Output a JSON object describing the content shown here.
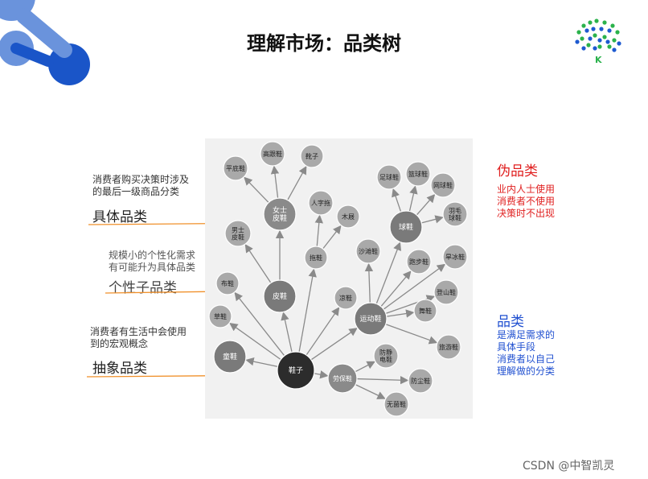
{
  "title": "理解市场：品类树",
  "left_notes": {
    "specific": {
      "desc_line1": "消费者购买决策时涉及",
      "desc_line2": "的最后一级商品分类",
      "label": "具体品类"
    },
    "personal": {
      "desc_line1": "规模小的个性化需求",
      "desc_line2": "有可能升为具体品类",
      "label": "个性子品类"
    },
    "abstract": {
      "desc_line1": "消费者有生活中会使用",
      "desc_line2": "到的宏观概念",
      "label": "抽象品类"
    }
  },
  "right_notes": {
    "fake": {
      "title": "伪品类",
      "line1": "业内人士使用",
      "line2": "消费者不使用",
      "line3": "决策时不出现",
      "color": "#e02020"
    },
    "category": {
      "title": "品类",
      "line1": "是满足需求的",
      "line2": "具体手段",
      "line3": "消费者以自己",
      "line4": "理解做的分类",
      "color": "#2050d0"
    }
  },
  "diagram": {
    "nodes": [
      {
        "id": "root",
        "label": "鞋子"
      },
      {
        "id": "leather",
        "label": "皮鞋"
      },
      {
        "id": "sport",
        "label": "运动鞋"
      },
      {
        "id": "labor",
        "label": "劳保鞋"
      },
      {
        "id": "kids",
        "label": "童鞋"
      },
      {
        "id": "straw",
        "label": "草鞋"
      },
      {
        "id": "cloth",
        "label": "布鞋"
      },
      {
        "id": "slipper",
        "label": "拖鞋"
      },
      {
        "id": "cool",
        "label": "凉鞋"
      },
      {
        "id": "women",
        "label": "女士皮鞋"
      },
      {
        "id": "men",
        "label": "男士皮鞋"
      },
      {
        "id": "flat",
        "label": "平底鞋"
      },
      {
        "id": "heel",
        "label": "高跟鞋"
      },
      {
        "id": "boots",
        "label": "靴子"
      },
      {
        "id": "herringbone",
        "label": "人字拖"
      },
      {
        "id": "clog",
        "label": "木屐"
      },
      {
        "id": "beach",
        "label": "沙滩鞋"
      },
      {
        "id": "ball",
        "label": "球鞋"
      },
      {
        "id": "football",
        "label": "足球鞋"
      },
      {
        "id": "basketball",
        "label": "篮球鞋"
      },
      {
        "id": "tennis",
        "label": "网球鞋"
      },
      {
        "id": "badminton",
        "label": "羽毛球鞋"
      },
      {
        "id": "running",
        "label": "跑步鞋"
      },
      {
        "id": "skate",
        "label": "旱冰鞋"
      },
      {
        "id": "climb",
        "label": "登山鞋"
      },
      {
        "id": "dance",
        "label": "舞鞋"
      },
      {
        "id": "travel",
        "label": "旅游鞋"
      },
      {
        "id": "antistatic",
        "label": "防静电鞋"
      },
      {
        "id": "dustproof",
        "label": "防尘鞋"
      },
      {
        "id": "sterile",
        "label": "无菌鞋"
      }
    ],
    "edges": [
      [
        "root",
        "kids"
      ],
      [
        "root",
        "straw"
      ],
      [
        "root",
        "cloth"
      ],
      [
        "root",
        "leather"
      ],
      [
        "root",
        "slipper"
      ],
      [
        "root",
        "cool"
      ],
      [
        "root",
        "sport"
      ],
      [
        "root",
        "labor"
      ],
      [
        "leather",
        "men"
      ],
      [
        "leather",
        "women"
      ],
      [
        "women",
        "flat"
      ],
      [
        "women",
        "heel"
      ],
      [
        "women",
        "boots"
      ],
      [
        "slipper",
        "herringbone"
      ],
      [
        "slipper",
        "clog"
      ],
      [
        "sport",
        "beach"
      ],
      [
        "sport",
        "ball"
      ],
      [
        "sport",
        "running"
      ],
      [
        "sport",
        "skate"
      ],
      [
        "sport",
        "climb"
      ],
      [
        "sport",
        "dance"
      ],
      [
        "sport",
        "travel"
      ],
      [
        "ball",
        "football"
      ],
      [
        "ball",
        "basketball"
      ],
      [
        "ball",
        "tennis"
      ],
      [
        "ball",
        "badminton"
      ],
      [
        "labor",
        "antistatic"
      ],
      [
        "labor",
        "dustproof"
      ],
      [
        "labor",
        "sterile"
      ]
    ]
  },
  "watermark": "CSDN @中智凯灵",
  "right_logo_letter": "K"
}
